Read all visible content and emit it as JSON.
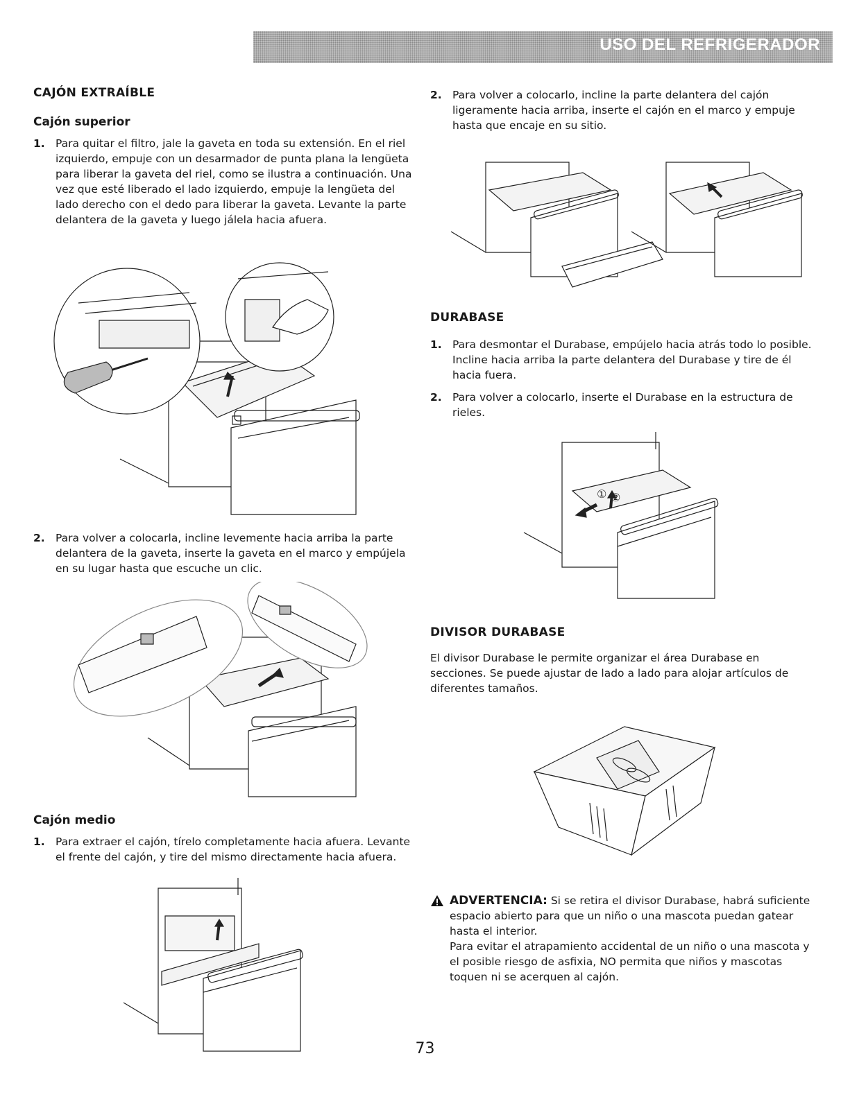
{
  "header": {
    "title": "USO DEL REFRIGERADOR"
  },
  "left": {
    "section_title": "CAJÓN EXTRAÍBLE",
    "upper": {
      "title": "Cajón superior",
      "items": [
        {
          "num": "1.",
          "text": "Para quitar el filtro, jale la gaveta en toda su extensión. En el riel izquierdo, empuje con un desarmador de punta plana la lengüeta para liberar la gaveta del riel, como se ilustra a continuación. Una vez que esté liberado el lado izquierdo, empuje la lengüeta del lado derecho con el dedo para liberar la gaveta. Levante la parte delantera de la gaveta y luego jálela hacia afuera."
        },
        {
          "num": "2.",
          "text": "Para volver a colocarla, incline levemente hacia arriba la parte delantera de la gaveta, inserte la gaveta en el marco y empújela en su lugar hasta que escuche un clic."
        }
      ]
    },
    "middle": {
      "title": "Cajón medio",
      "items": [
        {
          "num": "1.",
          "text": "Para extraer el cajón, tírelo completamente hacia afuera. Levante el frente del cajón, y tire del mismo directamente hacia afuera."
        }
      ]
    }
  },
  "right": {
    "middle_item2": {
      "num": "2.",
      "text": "Para volver a colocarlo, incline la parte delantera del cajón ligeramente hacia arriba, inserte el cajón en el marco y empuje hasta que encaje en su sitio."
    },
    "durabase": {
      "title": "DURABASE",
      "items": [
        {
          "num": "1.",
          "text": "Para desmontar el Durabase, empújelo hacia atrás todo lo posible. Incline hacia arriba la parte delantera del Durabase y tire de él hacia fuera."
        },
        {
          "num": "2.",
          "text": "Para volver a colocarlo, inserte el Durabase en la estructura de rieles."
        }
      ],
      "step_labels": [
        "①",
        "②"
      ]
    },
    "divider": {
      "title": "DIVISOR DURABASE",
      "text": "El divisor Durabase le permite organizar el área Durabase en secciones. Se puede ajustar de lado a lado para alojar artículos de diferentes tamaños."
    },
    "warning": {
      "icon": "warning-icon",
      "label": "ADVERTENCIA:",
      "text1": "Si se retira el divisor Durabase, habrá suficiente espacio abierto para que un niño o una mascota puedan gatear hasta el interior.",
      "text2": "Para evitar el atrapamiento accidental de un niño o una mascota y el posible riesgo de asfixia, NO permita que niños y mascotas toquen ni se acerquen al cajón."
    }
  },
  "footer": {
    "page_number": "73"
  }
}
